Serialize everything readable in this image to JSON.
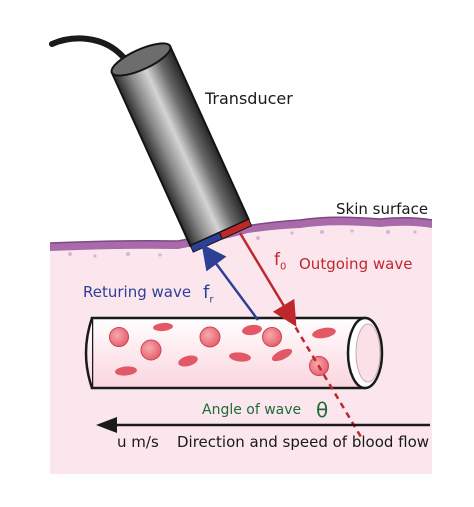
{
  "labels": {
    "transducer": "Transducer",
    "skin_surface": "Skin surface",
    "outgoing_frequency_symbol": "f",
    "outgoing_frequency_subscript": "0",
    "outgoing_wave": "Outgoing wave",
    "returning_wave": "Returing wave",
    "returning_frequency_symbol": "f",
    "returning_frequency_subscript": "r",
    "angle_of_wave": "Angle of wave",
    "angle_symbol": "θ",
    "speed_unit": "u m/s",
    "flow_direction": "Direction and speed of blood flow"
  },
  "colors": {
    "skin_tissue": "#fbe6ee",
    "skin_surface_band": "#a86aa8",
    "outgoing_wave": "#c0272d",
    "returning_wave": "#2e3f96",
    "angle_label": "#1f6b3a",
    "red_blood_cell": "#e8606a",
    "transducer_body": "#555555"
  }
}
